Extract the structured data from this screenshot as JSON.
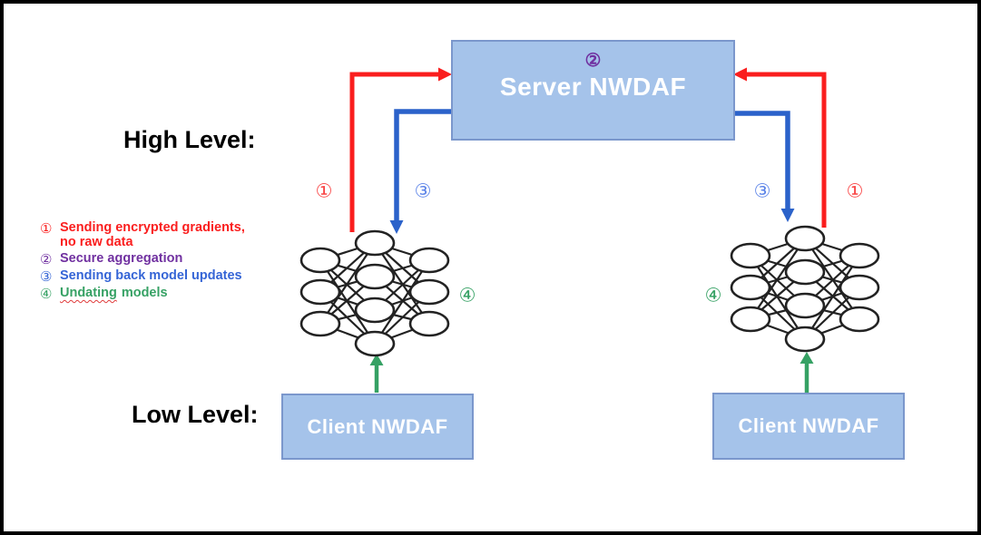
{
  "colors": {
    "red": "#fa1e1e",
    "blue": "#2b62ca",
    "purple": "#7030a0",
    "green": "#36a164",
    "legend_blue": "#3565d6",
    "marker_red": "#f94343",
    "marker_blue": "#5b83e8",
    "box_fill": "#a5c3ea",
    "box_border": "#7b97cc",
    "frame_black": "#000000",
    "box_text_white": "#ffffff"
  },
  "headings": {
    "high_level": "High Level:",
    "low_level": "Low Level:"
  },
  "server": {
    "badge": "②",
    "label": "Server NWDAF"
  },
  "clients": {
    "left": "Client NWDAF",
    "right": "Client NWDAF"
  },
  "legend": {
    "items": [
      {
        "num": "①",
        "text": "Sending encrypted gradients,\nno raw data",
        "color": "#fa1e1e"
      },
      {
        "num": "②",
        "text": "Secure aggregation",
        "color": "#7030a0"
      },
      {
        "num": "③",
        "text": "Sending back model updates",
        "color": "#3565d6"
      },
      {
        "num": "④",
        "word_misspelled": "Undating",
        "rest": "models",
        "color": "#36a164"
      }
    ]
  },
  "markers": {
    "left_1": "①",
    "left_3": "③",
    "right_3": "③",
    "right_1": "①",
    "left_4": "④",
    "right_4": "④"
  },
  "network": {
    "layers": [
      3,
      4,
      3
    ]
  }
}
